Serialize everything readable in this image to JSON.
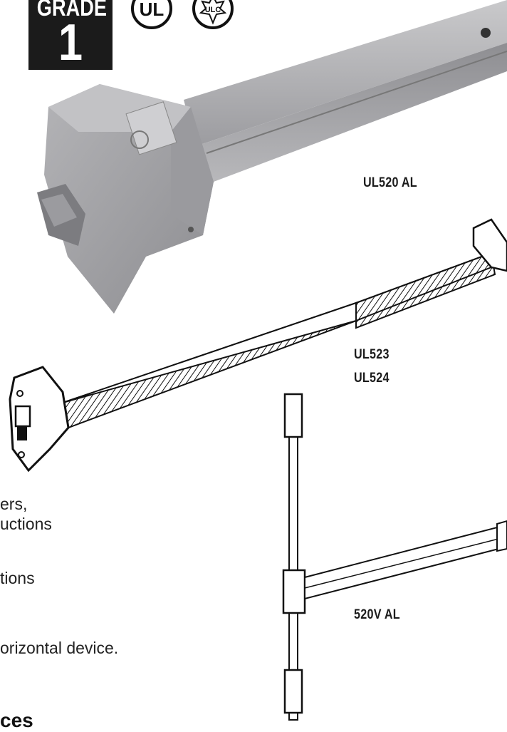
{
  "grade_badge": {
    "word": "GRADE",
    "number": "1"
  },
  "certifications": {
    "ul_mark": "UL",
    "ulc_mark": "ULC"
  },
  "product_labels": {
    "model_1": "UL520 AL",
    "model_2": "UL523",
    "model_3": "UL524",
    "model_4": "520V AL"
  },
  "body_text": {
    "line_1": "ers,",
    "line_2": "uctions",
    "line_3": "tions",
    "line_4": "orizontal device."
  },
  "bottom_fragment": "ces",
  "colors": {
    "badge_bg": "#1b1b1b",
    "metal": "#a9a9ab",
    "ink": "#1c1c1c"
  }
}
